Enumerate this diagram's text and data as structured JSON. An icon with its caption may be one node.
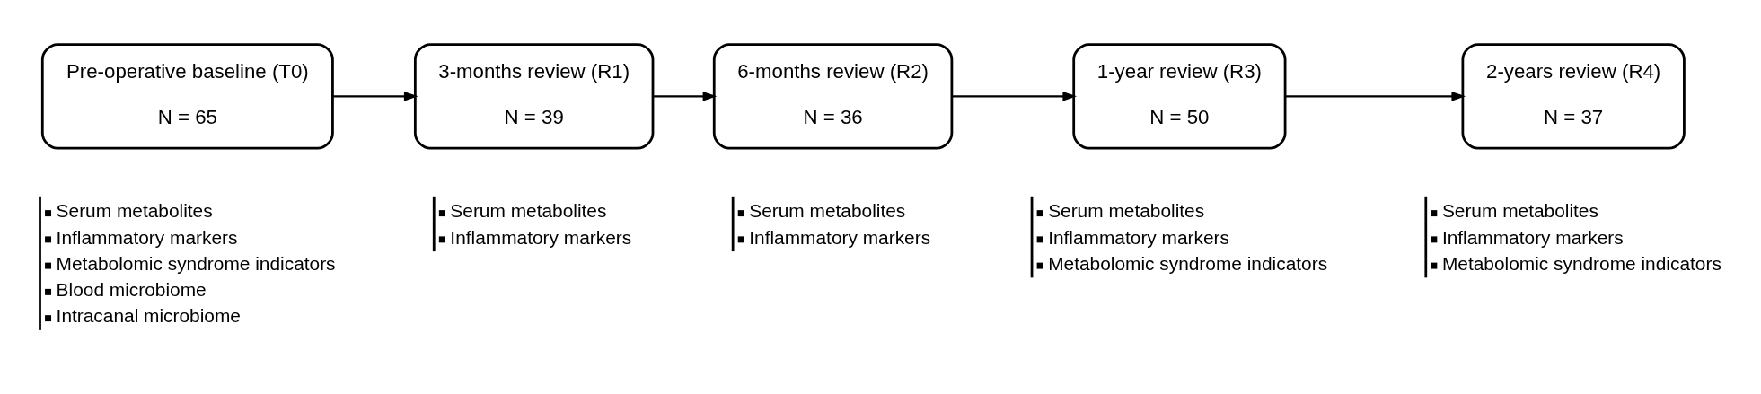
{
  "diagram": {
    "nodes": [
      {
        "text": [
          "Pre-operative baseline (T0)",
          "N = 65"
        ],
        "beside": [
          "Serum metabolites",
          "Inflammatory markers",
          "Metabolomic syndrome indicators",
          "Blood microbiome",
          "Intracanal microbiome"
        ]
      },
      {
        "text": [
          "3-months review (R1)",
          "N = 39"
        ],
        "beside": [
          "Serum metabolites",
          "Inflammatory markers"
        ]
      },
      {
        "text": [
          "6-months review (R2)",
          "N = 36"
        ],
        "beside": [
          "Serum metabolites",
          "Inflammatory markers"
        ]
      },
      {
        "text": [
          "1-year review (R3)",
          "N = 50"
        ],
        "beside": [
          "Serum metabolites",
          "Inflammatory markers",
          "Metabolomic syndrome indicators"
        ]
      },
      {
        "text": [
          "2-years review (R4)",
          "N = 37"
        ],
        "beside": [
          "Serum metabolites",
          "Inflammatory markers",
          "Metabolomic syndrome indicators"
        ]
      }
    ],
    "edges": [
      {
        "from": 0,
        "to": 1,
        "arrow": "to"
      },
      {
        "from": 1,
        "to": 2,
        "arrow": "to"
      },
      {
        "from": 2,
        "to": 3,
        "arrow": "to"
      },
      {
        "from": 3,
        "to": 4,
        "arrow": "to"
      }
    ]
  }
}
